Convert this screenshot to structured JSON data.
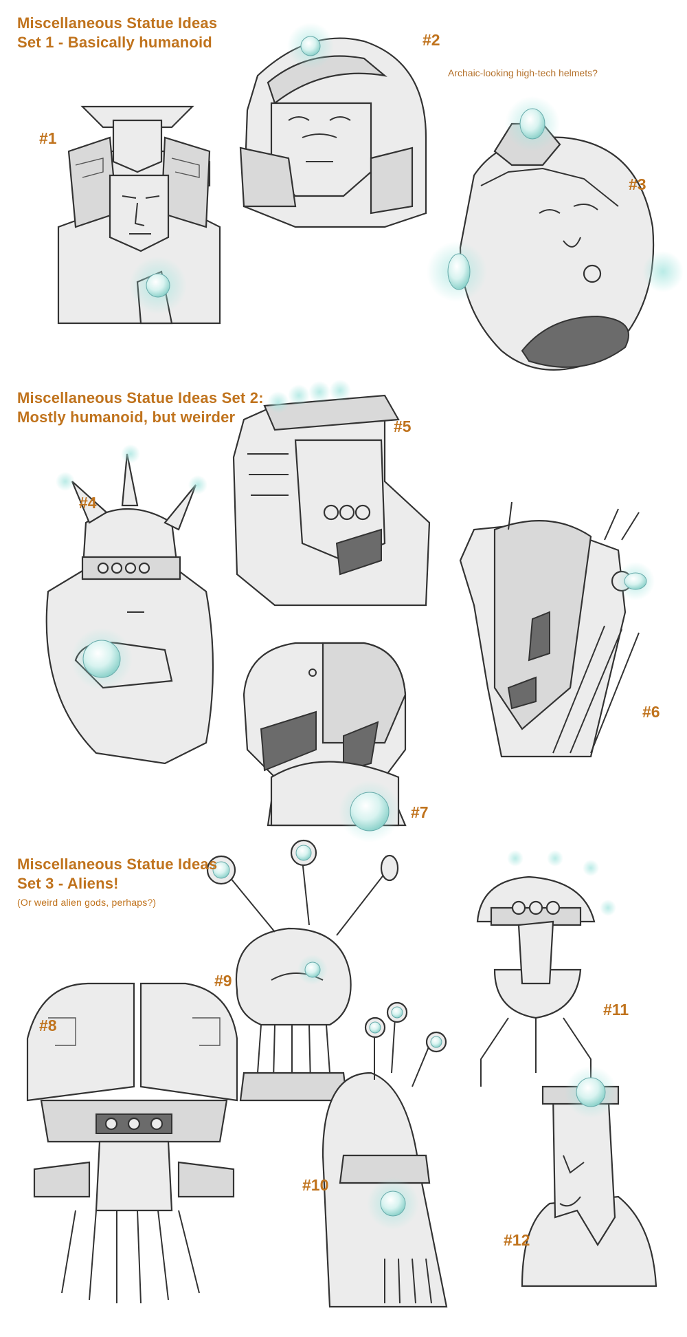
{
  "sets": [
    {
      "title_line1": "Miscellaneous Statue Ideas",
      "title_line2": "Set 1 - Basically humanoid",
      "subtitle": ""
    },
    {
      "title_line1": "Miscellaneous Statue Ideas Set 2:",
      "title_line2": "Mostly humanoid, but weirder",
      "subtitle": ""
    },
    {
      "title_line1": "Miscellaneous Statue Ideas",
      "title_line2": "Set 3 - Aliens!",
      "subtitle": "(Or weird alien gods, perhaps?)"
    }
  ],
  "note": "Archaic-looking high-tech helmets?",
  "labels": [
    "#1",
    "#2",
    "#3",
    "#4",
    "#5",
    "#6",
    "#7",
    "#8",
    "#9",
    "#10",
    "#11",
    "#12"
  ],
  "colors": {
    "heading": "#c0731d",
    "orb_glow": "#a8e6e0",
    "stone": "#ececec",
    "line": "#333333"
  }
}
